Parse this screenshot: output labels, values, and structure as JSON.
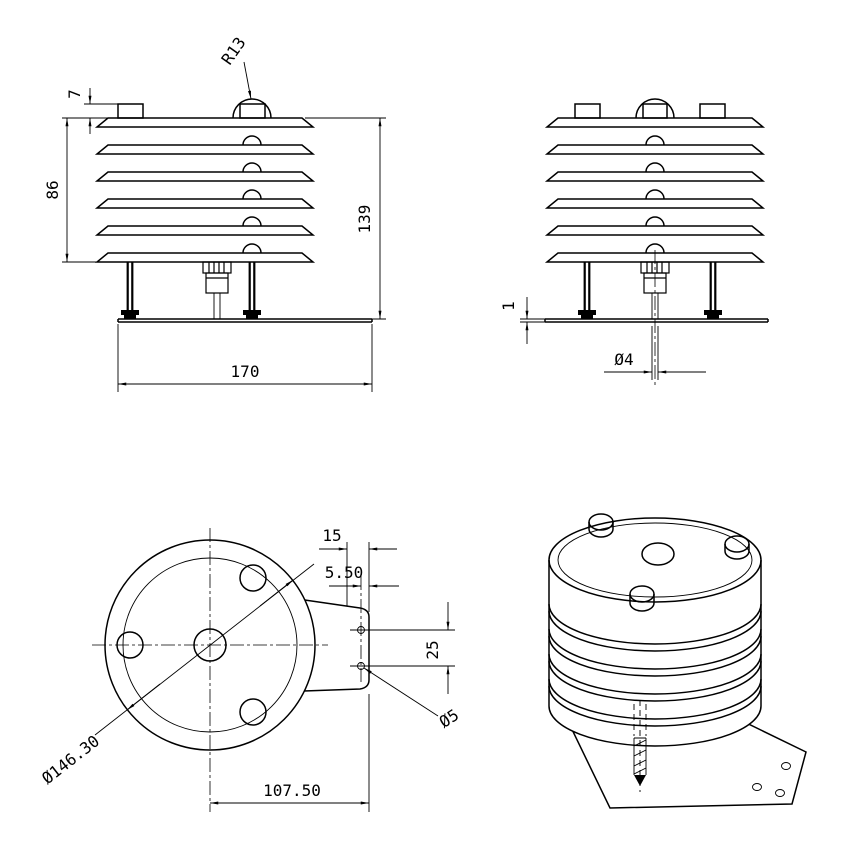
{
  "colors": {
    "background": "#ffffff",
    "line": "#000000"
  },
  "views": {
    "front": {
      "dim_cap_height": "7",
      "dim_body_height": "86",
      "dim_total_height": "139",
      "dim_base_width": "170",
      "dim_dome_radius": "R13"
    },
    "side": {
      "dim_plate_thickness": "1",
      "dim_rod_diameter": "Ø4"
    },
    "bottom": {
      "dim_bracket_width": "15",
      "dim_hole_edge_offset": "5.50",
      "dim_hole_spacing": "25",
      "dim_hole_diameter": "Ø5",
      "dim_outer_diameter": "Ø146.30",
      "dim_center_to_bracket": "107.50"
    }
  }
}
